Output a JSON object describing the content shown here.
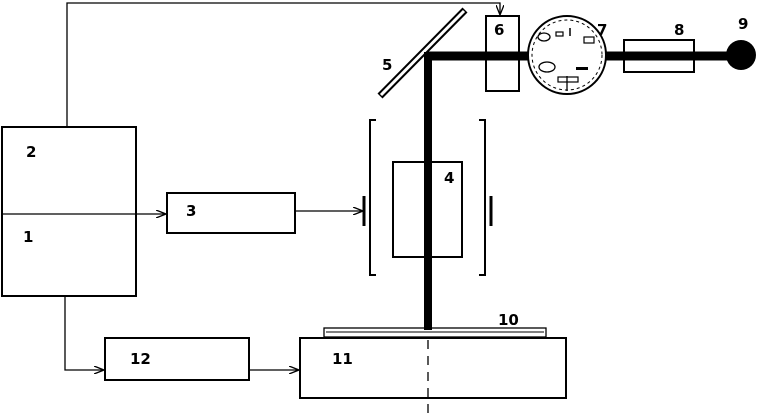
{
  "labels": {
    "l1": "1",
    "l2": "2",
    "l3": "3",
    "l4": "4",
    "l5": "5",
    "l6": "6",
    "l7": "7",
    "l8": "8",
    "l9": "9",
    "l10": "10",
    "l11": "11",
    "l12": "12"
  },
  "colors": {
    "ink": "#000000",
    "background": "#ffffff"
  }
}
